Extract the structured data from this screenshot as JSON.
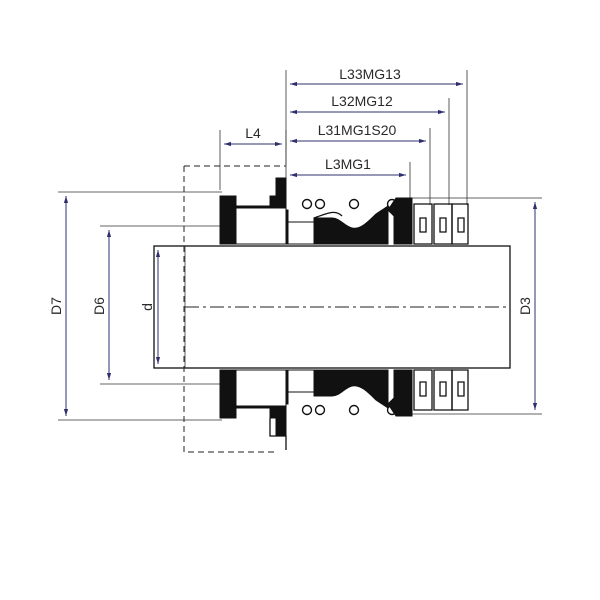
{
  "labels": {
    "l33": "L33MG13",
    "l32": "L32MG12",
    "l31": "L31MG1S20",
    "l3": "L3MG1",
    "l4": "L4",
    "d7": "D7",
    "d6": "D6",
    "d": "d",
    "d3": "D3"
  }
}
